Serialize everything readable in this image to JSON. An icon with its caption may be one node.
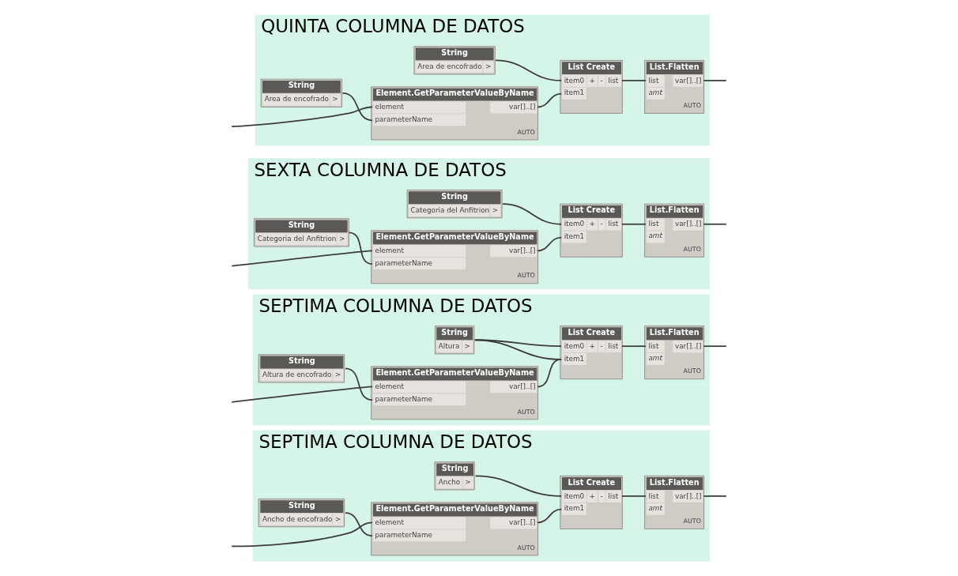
{
  "diagram": {
    "nodes": [
      {
        "text": [
          "QUINTA COLUMNA DE DATOS"
        ]
      },
      {
        "text": [
          "String",
          "Area de encofrado",
          ">"
        ],
        "in": 0
      },
      {
        "text": [
          "Element.GetParameterValueByName",
          "element",
          "parameterName",
          "var[]..[]",
          "AUTO"
        ],
        "in": 0
      },
      {
        "text": [
          "String",
          "Area de encofrado",
          ">"
        ],
        "in": 0
      },
      {
        "text": [
          "List Create",
          "item0",
          "+",
          "-",
          "list",
          "item1"
        ],
        "in": 0
      },
      {
        "text": [
          "List.Flatten",
          "list",
          "amt",
          "var[]..[]",
          "AUTO"
        ],
        "in": 0
      },
      {
        "text": [
          "SEXTA COLUMNA DE DATOS"
        ]
      },
      {
        "text": [
          "String",
          "Categoria del Anfitrion",
          ">"
        ],
        "in": 6
      },
      {
        "text": [
          "Element.GetParameterValueByName",
          "element",
          "parameterName",
          "var[]..[]",
          "AUTO"
        ],
        "in": 6
      },
      {
        "text": [
          "String",
          "Categoria del Anfitrion",
          ">"
        ],
        "in": 6
      },
      {
        "text": [
          "List Create",
          "item0",
          "+",
          "-",
          "list",
          "item1"
        ],
        "in": 6
      },
      {
        "text": [
          "List.Flatten",
          "list",
          "amt",
          "var[]..[]",
          "AUTO"
        ],
        "in": 6
      },
      {
        "text": [
          "SEPTIMA COLUMNA DE DATOS"
        ]
      },
      {
        "text": [
          "String",
          "Altura de encofrado",
          ">"
        ],
        "in": 12
      },
      {
        "text": [
          "Element.GetParameterValueByName",
          "element",
          "parameterName",
          "var[]..[]",
          "AUTO"
        ],
        "in": 12
      },
      {
        "text": [
          "String",
          "Altura",
          ">"
        ],
        "in": 12
      },
      {
        "text": [
          "List Create",
          "item0",
          "+",
          "-",
          "list",
          "item1"
        ],
        "in": 12
      },
      {
        "text": [
          "List.Flatten",
          "list",
          "amt",
          "var[]..[]",
          "AUTO"
        ],
        "in": 12
      },
      {
        "text": [
          "SEPTIMA COLUMNA DE DATOS"
        ]
      },
      {
        "text": [
          "String",
          "Ancho de encofrado",
          ">"
        ],
        "in": 18
      },
      {
        "text": [
          "Element.GetParameterValueByName",
          "element",
          "parameterName",
          "var[]..[]",
          "AUTO"
        ],
        "in": 18
      },
      {
        "text": [
          "String",
          "Ancho",
          ">"
        ],
        "in": 18
      },
      {
        "text": [
          "List Create",
          "item0",
          "+",
          "-",
          "list",
          "item1"
        ],
        "in": 18
      },
      {
        "text": [
          "List.Flatten",
          "list",
          "amt",
          "var[]..[]",
          "AUTO"
        ],
        "in": 18
      }
    ],
    "edges": [
      {
        "from": null,
        "to": 2,
        "arrow": "none"
      },
      {
        "from": 1,
        "to": 2,
        "arrow": "none"
      },
      {
        "from": 2,
        "to": 4,
        "arrow": "none"
      },
      {
        "from": 3,
        "to": 4,
        "arrow": "none"
      },
      {
        "from": 4,
        "to": 5,
        "arrow": "none"
      },
      {
        "from": 5,
        "to": null,
        "arrow": "none"
      },
      {
        "from": null,
        "to": 8,
        "arrow": "none"
      },
      {
        "from": 7,
        "to": 8,
        "arrow": "none"
      },
      {
        "from": 8,
        "to": 10,
        "arrow": "none"
      },
      {
        "from": 9,
        "to": 10,
        "arrow": "none"
      },
      {
        "from": 10,
        "to": 11,
        "arrow": "none"
      },
      {
        "from": 11,
        "to": null,
        "arrow": "none"
      },
      {
        "from": null,
        "to": 14,
        "arrow": "none"
      },
      {
        "from": 13,
        "to": 14,
        "arrow": "none"
      },
      {
        "from": 14,
        "to": 16,
        "arrow": "none"
      },
      {
        "from": 15,
        "to": 16,
        "arrow": "none"
      },
      {
        "from": 15,
        "to": 16,
        "arrow": "none"
      },
      {
        "from": 16,
        "to": 17,
        "arrow": "none"
      },
      {
        "from": 17,
        "to": null,
        "arrow": "none"
      },
      {
        "from": null,
        "to": 20,
        "arrow": "none"
      },
      {
        "from": 19,
        "to": 20,
        "arrow": "none"
      },
      {
        "from": 20,
        "to": 22,
        "arrow": "none"
      },
      {
        "from": 21,
        "to": 22,
        "arrow": "none"
      },
      {
        "from": 22,
        "to": 23,
        "arrow": "none"
      },
      {
        "from": 23,
        "to": null,
        "arrow": "none"
      }
    ]
  }
}
